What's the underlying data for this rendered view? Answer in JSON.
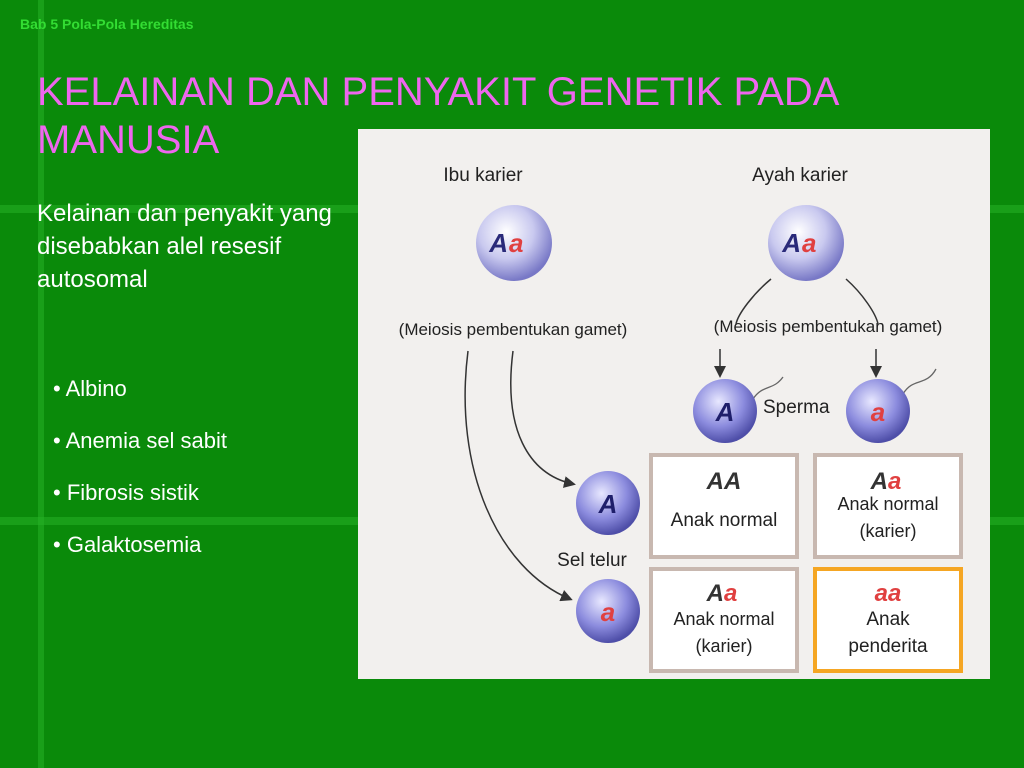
{
  "header": {
    "tag": "Bab 5 Pola-Pola Hereditas"
  },
  "slide": {
    "title": "KELAINAN DAN PENYAKIT GENETIK PADA MANUSIA",
    "subtitle": "Kelainan dan penyakit yang disebabkan alel resesif autosomal",
    "bullets": [
      "Albino",
      "Anemia sel sabit",
      "Fibrosis sistik",
      "Galaktosemia"
    ]
  },
  "figure": {
    "mother_label": "Ibu karier",
    "father_label": "Ayah karier",
    "mother_genotype": {
      "big": "A",
      "small": "a"
    },
    "father_genotype": {
      "big": "A",
      "small": "a"
    },
    "meiosis_left": "(Meiosis pembentukan gamet)",
    "meiosis_right": "(Meiosis pembentukan gamet)",
    "sperm_label": "Sperma",
    "egg_label": "Sel telur",
    "sperm_alleles": [
      "A",
      "a"
    ],
    "egg_alleles": [
      "A",
      "a"
    ],
    "cells": [
      {
        "g1": "A",
        "g2": "A",
        "line1": "Anak normal",
        "line2": ""
      },
      {
        "g1": "A",
        "g2": "a",
        "line1": "Anak normal",
        "line2": "(karier)"
      },
      {
        "g1": "A",
        "g2": "a",
        "line1": "Anak normal",
        "line2": "(karier)"
      },
      {
        "g1": "a",
        "g2": "a",
        "line1": "Anak",
        "line2": "penderita"
      }
    ]
  },
  "colors": {
    "background": "#0a8a0a",
    "title": "#ee66ee",
    "header": "#33dd33",
    "allele_red": "#e04040",
    "highlight": "#f5a623"
  }
}
